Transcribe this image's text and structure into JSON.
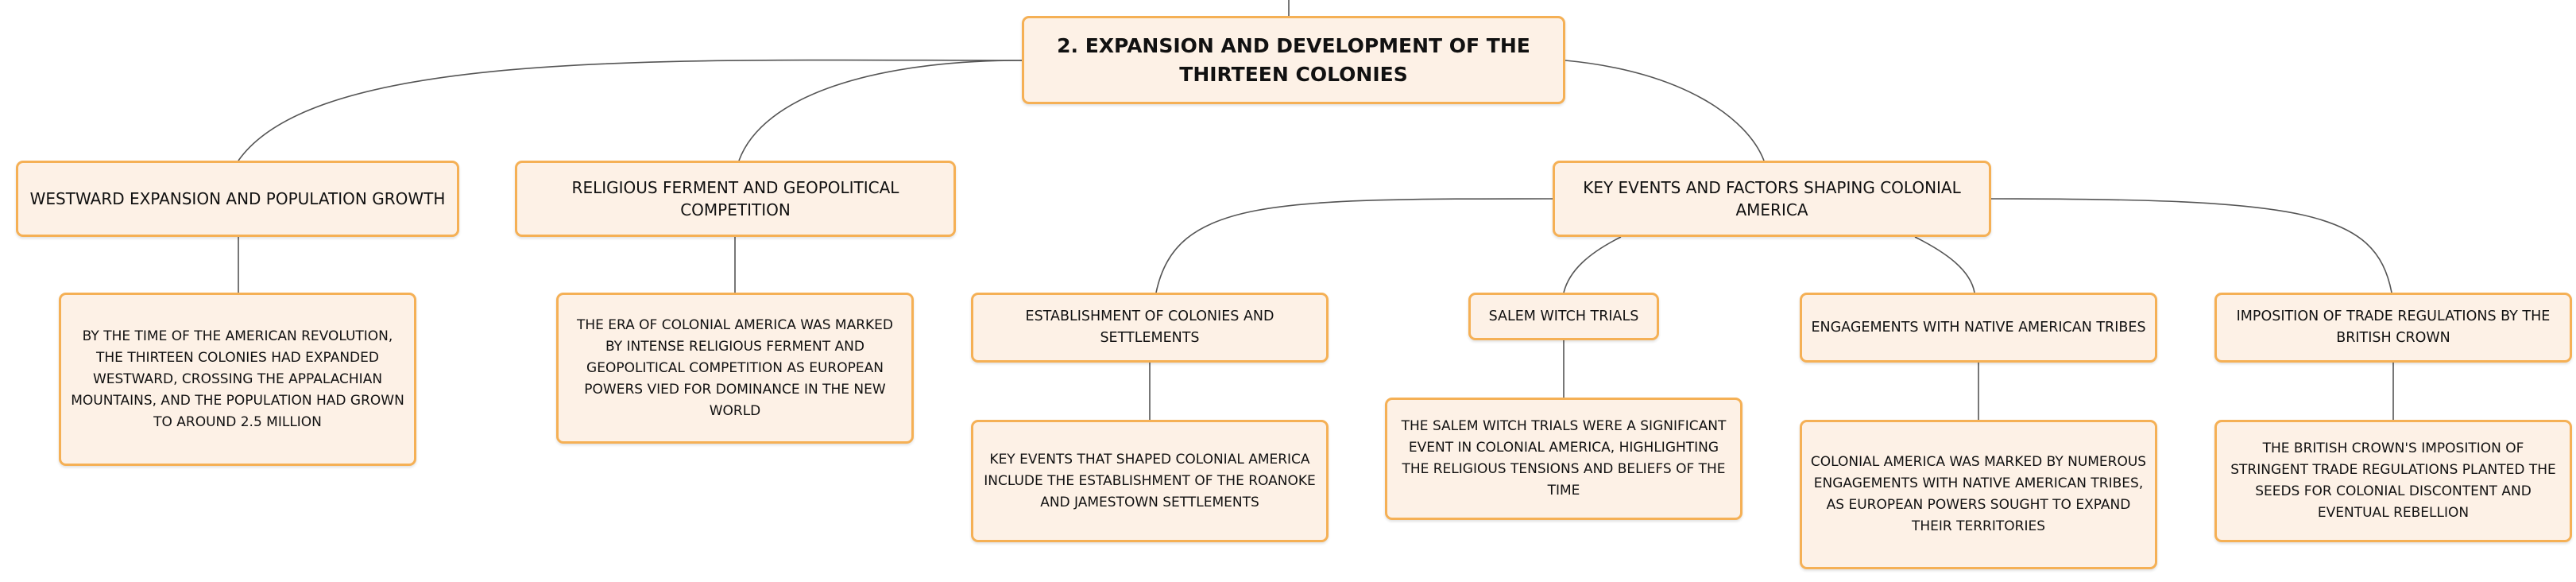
{
  "mindmap": {
    "root": {
      "label": "2. EXPANSION AND DEVELOPMENT OF THE THIRTEEN COLONIES"
    },
    "branches": [
      {
        "label": "WESTWARD EXPANSION AND POPULATION GROWTH",
        "detail": "BY THE TIME OF THE AMERICAN REVOLUTION, THE THIRTEEN COLONIES HAD EXPANDED WESTWARD, CROSSING THE APPALACHIAN MOUNTAINS, AND THE POPULATION HAD GROWN TO AROUND 2.5 MILLION"
      },
      {
        "label": "RELIGIOUS FERMENT AND GEOPOLITICAL COMPETITION",
        "detail": "THE ERA OF COLONIAL AMERICA WAS MARKED BY INTENSE RELIGIOUS FERMENT AND GEOPOLITICAL COMPETITION AS EUROPEAN POWERS VIED FOR DOMINANCE IN THE NEW WORLD"
      },
      {
        "label": "KEY EVENTS AND FACTORS SHAPING COLONIAL AMERICA",
        "topics": [
          {
            "label": "ESTABLISHMENT OF COLONIES AND SETTLEMENTS",
            "detail": "KEY EVENTS THAT SHAPED COLONIAL AMERICA INCLUDE THE ESTABLISHMENT OF THE ROANOKE AND JAMESTOWN SETTLEMENTS"
          },
          {
            "label": "SALEM WITCH TRIALS",
            "detail": "THE SALEM WITCH TRIALS WERE A SIGNIFICANT EVENT IN COLONIAL AMERICA, HIGHLIGHTING THE RELIGIOUS TENSIONS AND BELIEFS OF THE TIME"
          },
          {
            "label": "ENGAGEMENTS WITH NATIVE AMERICAN TRIBES",
            "detail": "COLONIAL AMERICA WAS MARKED BY NUMEROUS ENGAGEMENTS WITH NATIVE AMERICAN TRIBES, AS EUROPEAN POWERS SOUGHT TO EXPAND THEIR TERRITORIES"
          },
          {
            "label": "IMPOSITION OF TRADE REGULATIONS BY THE BRITISH CROWN",
            "detail": "THE BRITISH CROWN'S IMPOSITION OF STRINGENT TRADE REGULATIONS PLANTED THE SEEDS FOR COLONIAL DISCONTENT AND EVENTUAL REBELLION"
          }
        ]
      }
    ]
  }
}
